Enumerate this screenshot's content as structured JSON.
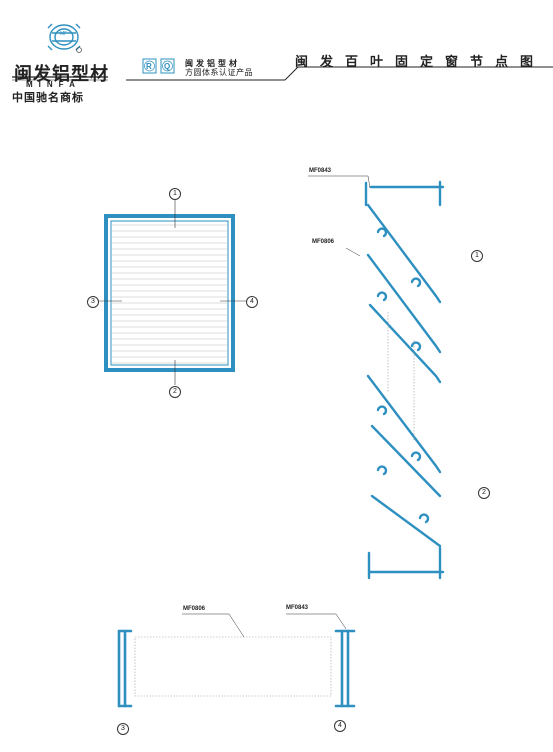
{
  "header": {
    "logo_mark": "MF",
    "brand_name": "闽发铝型材",
    "brand_latin": "MINFA",
    "brand_slogan": "中国驰名商标",
    "cert_badges": [
      "R",
      "Q"
    ],
    "cert_line1": "闽发铝型材",
    "cert_line2": "方圆体系认证产品",
    "page_title": "闽发百叶固定窗节点图"
  },
  "elevation_callouts": [
    "1",
    "2",
    "3",
    "4"
  ],
  "section_vertical": {
    "profile_labels": [
      "MF0843",
      "MF0806"
    ],
    "callouts": [
      "1",
      "2"
    ]
  },
  "section_horizontal": {
    "profile_labels": [
      "MF0806",
      "MF0843"
    ],
    "callouts": [
      "3",
      "4"
    ]
  },
  "colors": {
    "profile": "#2e90c0",
    "line": "#333333",
    "slat": "#bcbcbc"
  }
}
